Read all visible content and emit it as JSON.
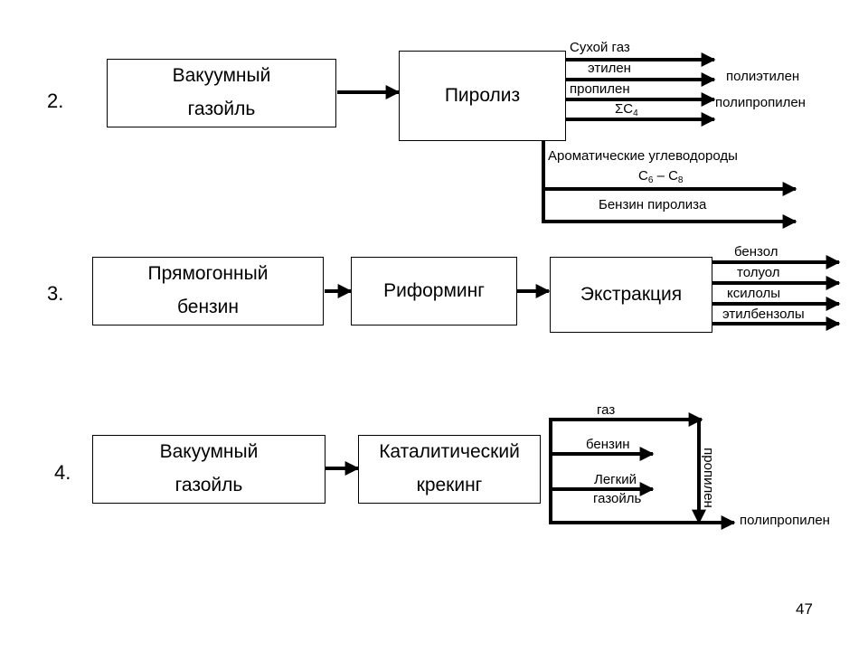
{
  "rows": {
    "row2": {
      "number": "2.",
      "feed": [
        "Вакуумный",
        "газойль"
      ],
      "process": "Пиролиз",
      "products": {
        "dry_gas": "Сухой газ",
        "ethylene": "этилен",
        "propylene": "пропилен",
        "c4_prefix": "ΣC",
        "c4_sub": "4",
        "aromatics": "Ароматические углеводороды",
        "c6c8_a": "C",
        "c6c8_sub1": "6",
        "c6c8_mid": " – C",
        "c6c8_sub2": "8",
        "pyrolysis_gasoline": "Бензин пиролиза"
      },
      "derivatives": {
        "polyethylene": "полиэтилен",
        "polypropylene": "полипропилен"
      }
    },
    "row3": {
      "number": "3.",
      "feed": [
        "Прямогонный",
        "бензин"
      ],
      "process": "Риформинг",
      "process2": "Экстракция",
      "products": [
        "бензол",
        "толуол",
        "ксилолы",
        "этилбензолы"
      ]
    },
    "row4": {
      "number": "4.",
      "feed": [
        "Вакуумный",
        "газойль"
      ],
      "process": [
        "Каталитический",
        "крекинг"
      ],
      "products": {
        "gas": "газ",
        "gasoline": "бензин",
        "light_gasoil": [
          "Легкий",
          "газойль"
        ]
      },
      "side_label": "пропилен",
      "derivative": "полипропилен"
    }
  },
  "page_number": "47"
}
